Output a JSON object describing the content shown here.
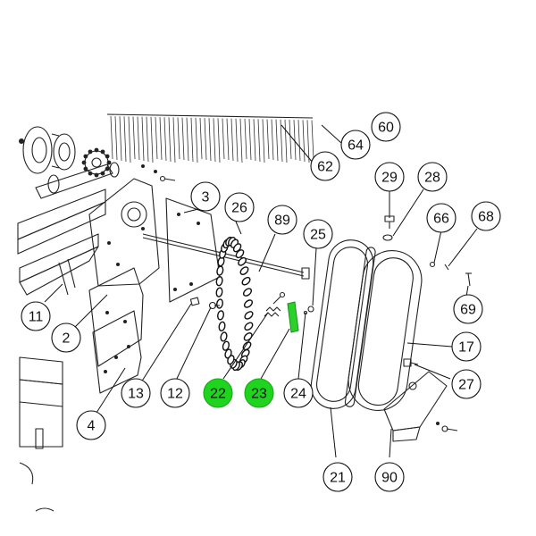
{
  "diagram": {
    "callouts": [
      {
        "id": "c60",
        "label": "60"
      },
      {
        "id": "c64",
        "label": "64"
      },
      {
        "id": "c62",
        "label": "62"
      },
      {
        "id": "c29",
        "label": "29"
      },
      {
        "id": "c28",
        "label": "28"
      },
      {
        "id": "c66",
        "label": "66"
      },
      {
        "id": "c68",
        "label": "68"
      },
      {
        "id": "c3",
        "label": "3"
      },
      {
        "id": "c26",
        "label": "26"
      },
      {
        "id": "c89",
        "label": "89"
      },
      {
        "id": "c25",
        "label": "25"
      },
      {
        "id": "c69",
        "label": "69"
      },
      {
        "id": "c11",
        "label": "11"
      },
      {
        "id": "c2",
        "label": "2"
      },
      {
        "id": "c17",
        "label": "17"
      },
      {
        "id": "c27",
        "label": "27"
      },
      {
        "id": "c13",
        "label": "13"
      },
      {
        "id": "c12",
        "label": "12"
      },
      {
        "id": "c22",
        "label": "22"
      },
      {
        "id": "c23",
        "label": "23"
      },
      {
        "id": "c24",
        "label": "24"
      },
      {
        "id": "c4",
        "label": "4"
      },
      {
        "id": "c21",
        "label": "21"
      },
      {
        "id": "c90",
        "label": "90"
      }
    ],
    "highlight_color": "#1fd41f",
    "highlighted": [
      "22",
      "23"
    ]
  }
}
